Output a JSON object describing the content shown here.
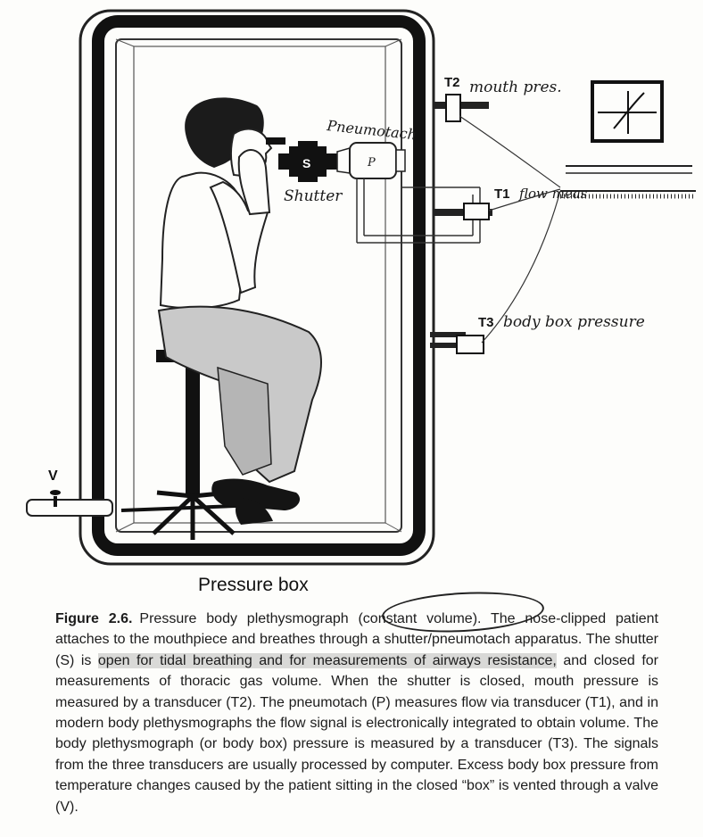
{
  "labels": {
    "s": "S",
    "p": "P",
    "v": "V",
    "shutter": "Shutter",
    "pneumotach": "Pneumotach",
    "t1": "T1",
    "t1_hand": "flow meas",
    "t2": "T2",
    "t2_hand": "mouth pres.",
    "t3": "T3",
    "t3_hand": "body box pressure"
  },
  "caption": {
    "title": "Pressure box",
    "figure_label": "Figure 2.6.",
    "part1": "Pressure body plethysmograph (constant volume). The nose-clipped patient attaches to the mouthpiece and breathes through a shutter/pneumotach apparatus. The shutter (S) is ",
    "highlight": "open for tidal breathing and for measurements of airways resistance,",
    "part2": " and closed for measurements of thoracic gas volume. When the shutter is closed, mouth pressure is measured by a transducer (T2). The pneumotach (P) measures flow via transducer (T1), and in modern body plethysmographs the flow signal is electronically integrated to obtain volume. The body plethysmograph (or body box) pressure is measured by a transducer (T3). The signals from the three transducers are usually processed by computer. Excess body box pressure from temperature changes caused by the patient sitting in the closed “box” is vented through a valve (V)."
  }
}
